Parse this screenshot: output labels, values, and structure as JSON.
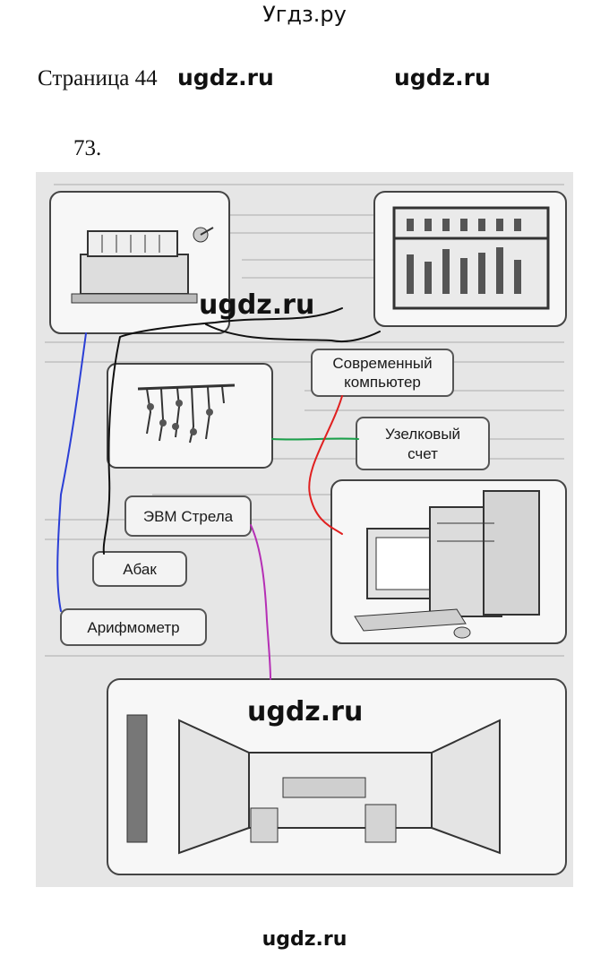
{
  "header": {
    "site_title": "Угдз.ру"
  },
  "page": {
    "label": "Страница 44",
    "watermark": "ugdz.ru"
  },
  "task": {
    "number": "73."
  },
  "figure": {
    "labels": {
      "modern_computer": [
        "Современный",
        "компьютер"
      ],
      "knot_counting": [
        "Узелковый",
        "счет"
      ],
      "evm_strela": "ЭВМ Стрела",
      "abacus": "Абак",
      "arithmometer": "Арифмометр"
    },
    "connector_colors": {
      "black": "#111111",
      "blue": "#2b3fd6",
      "green": "#1aa14a",
      "red": "#e02020",
      "purple": "#b52fb5"
    },
    "watermarks": [
      "ugdz.ru",
      "ugdz.ru"
    ]
  },
  "footer": {
    "watermark": "ugdz.ru"
  }
}
